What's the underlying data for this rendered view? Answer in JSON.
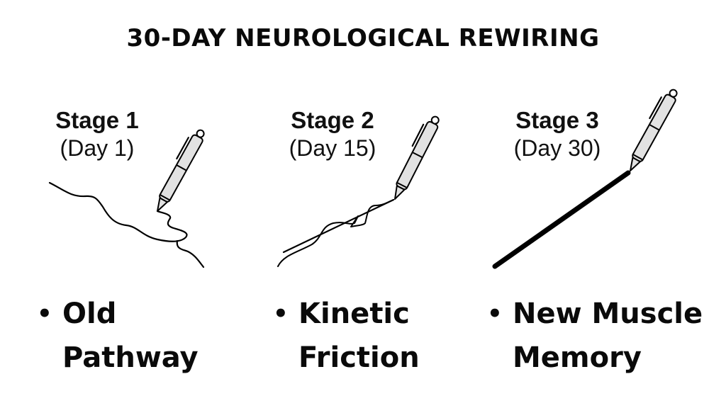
{
  "title": "30-DAY NEUROLOGICAL REWIRING",
  "colors": {
    "ink": "#000000",
    "pen_body": "#e2e2e2",
    "background": "#ffffff"
  },
  "stages": [
    {
      "name": "Stage 1",
      "day": "(Day 1)",
      "bullet": "•",
      "label_line1": "Old",
      "label_line2": "Pathway",
      "stroke": "chaotic-wavy-line"
    },
    {
      "name": "Stage 2",
      "day": "(Day 15)",
      "bullet": "•",
      "label_line1": "Kinetic",
      "label_line2": "Friction",
      "stroke": "tangled-converging-line"
    },
    {
      "name": "Stage 3",
      "day": "(Day 30)",
      "bullet": "•",
      "label_line1": "New Muscle",
      "label_line2": "Memory",
      "stroke": "thick-straight-line"
    }
  ],
  "icons": [
    "pen-icon",
    "pen-icon",
    "pen-icon"
  ]
}
